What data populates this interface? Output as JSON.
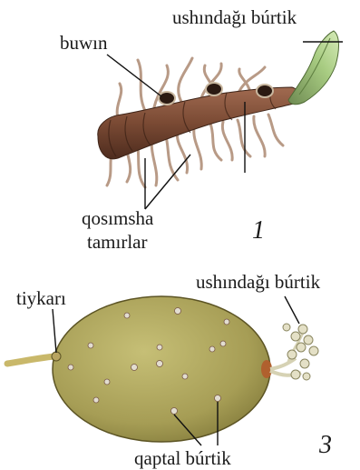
{
  "figure_top": {
    "labels": {
      "tip_bud": "ushındağı búrtik",
      "node": "buwın",
      "adventitious_roots_line1": "qosımsha",
      "adventitious_roots_line2": "tamırlar"
    },
    "number": "1"
  },
  "figure_bottom": {
    "labels": {
      "stolon_base": "tiykarı",
      "tip_bud": "ushındağı búrtik",
      "side_bud": "qaptal búrtik"
    },
    "number": "3"
  },
  "colors": {
    "rhizome": "#7a4a34",
    "bud_green": "#9cc07a",
    "tuber": "#a8a05a",
    "roots": "#b89a86",
    "sprout": "#e0dcc0"
  }
}
